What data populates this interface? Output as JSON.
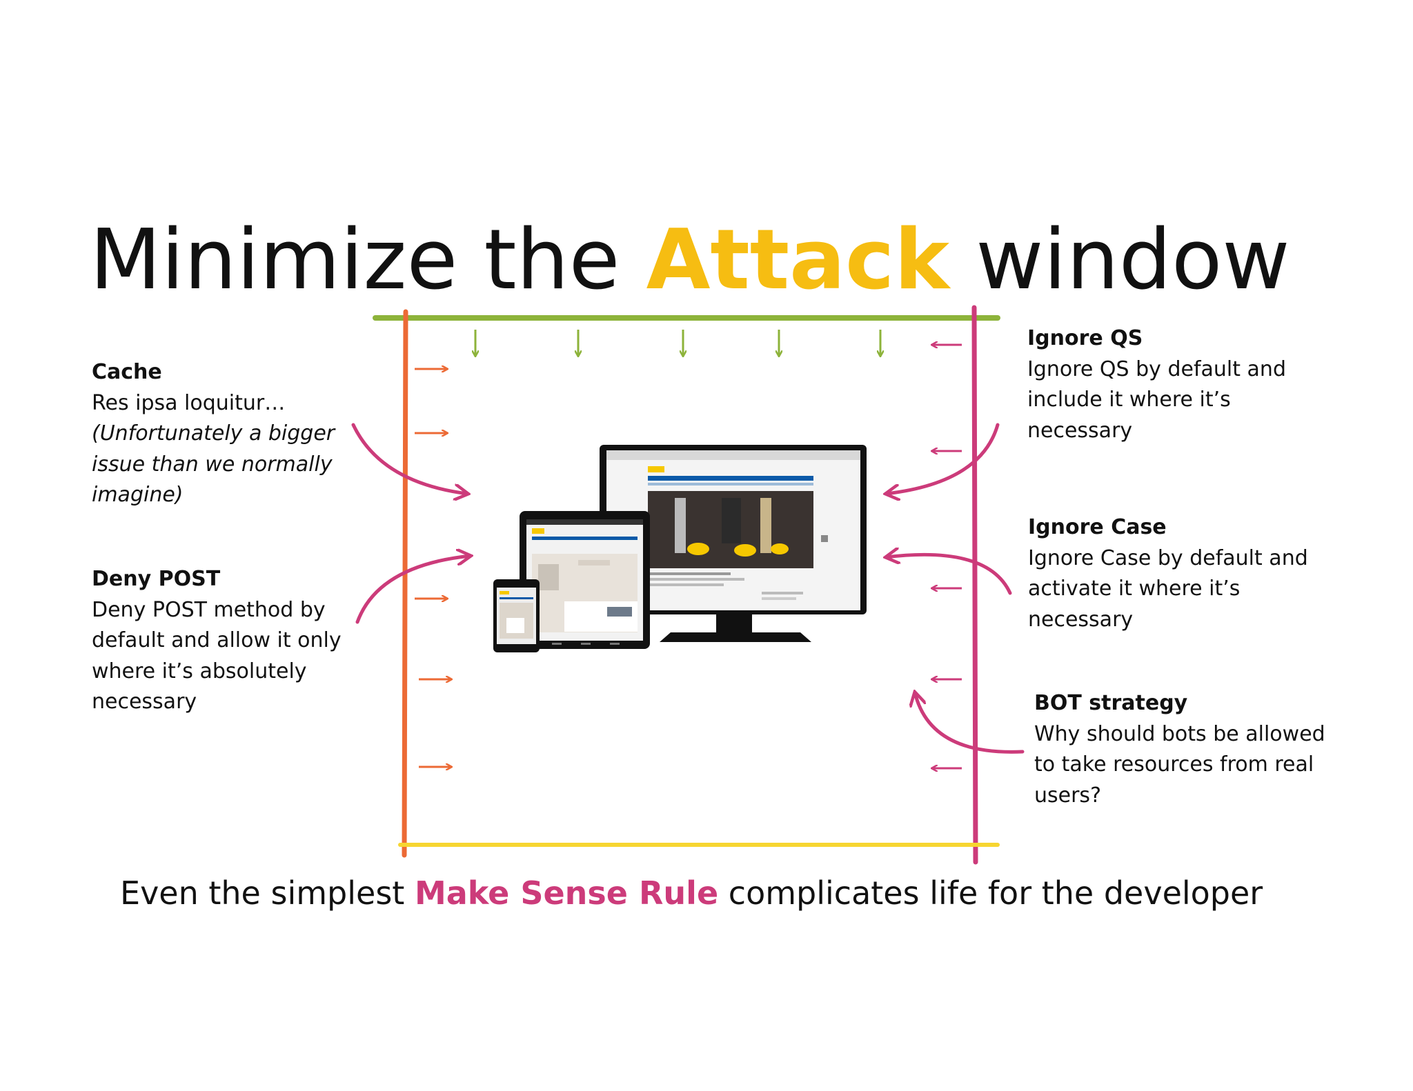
{
  "title": {
    "prefix": "Minimize the",
    "highlight": "Attack",
    "suffix": "window"
  },
  "colors": {
    "title_accent": "#f6bd12",
    "footer_accent": "#cc3b7a",
    "top_line": "#8db33a",
    "left_line": "#ec6a35",
    "right_line": "#cc3b7a",
    "bottom_line": "#f7d530"
  },
  "left_blocks": [
    {
      "heading": "Cache",
      "lines": [
        "Res ipsa loquitur…"
      ],
      "italic_lines": [
        "(Unfortunately a bigger",
        "issue than we normally",
        "imagine)"
      ]
    },
    {
      "heading": "Deny POST",
      "lines": [
        "Deny POST method by",
        "default and allow it only",
        "where it’s absolutely",
        "necessary"
      ]
    }
  ],
  "right_blocks": [
    {
      "heading": "Ignore QS",
      "lines": [
        "Ignore QS by default and",
        "include it where it’s",
        "necessary"
      ]
    },
    {
      "heading": "Ignore Case",
      "lines": [
        "Ignore Case by default and",
        "activate it where it’s",
        "necessary"
      ]
    },
    {
      "heading": "BOT strategy",
      "lines": [
        "Why should bots be allowed",
        "to take resources from real",
        "users?"
      ]
    }
  ],
  "footer": {
    "prefix": "Even the simplest",
    "highlight": "Make Sense Rule",
    "suffix": "complicates life for the developer"
  }
}
